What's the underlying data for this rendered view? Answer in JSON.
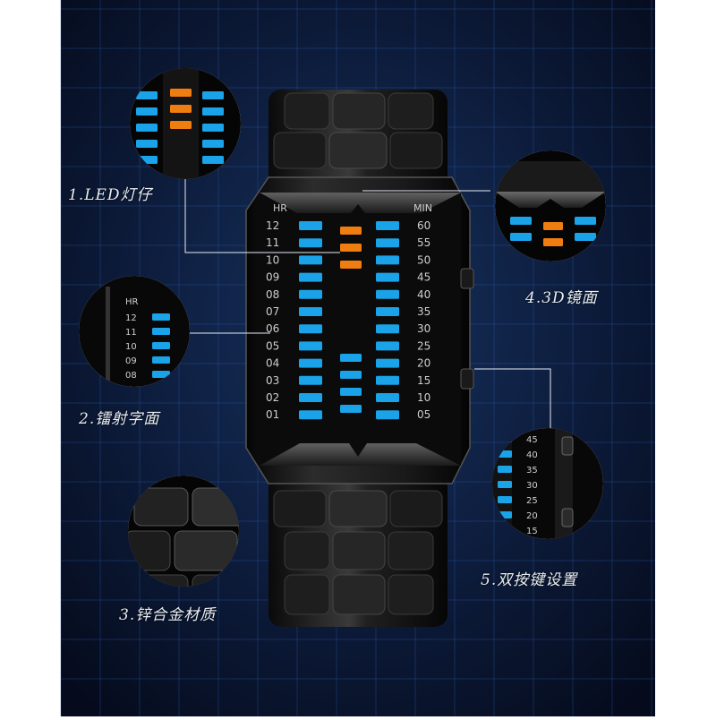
{
  "watch": {
    "hour_label": "HR",
    "minute_label": "MIN",
    "hours": [
      "12",
      "11",
      "10",
      "09",
      "08",
      "07",
      "06",
      "05",
      "04",
      "03",
      "02",
      "01"
    ],
    "minutes": [
      "60",
      "55",
      "50",
      "45",
      "40",
      "35",
      "30",
      "25",
      "20",
      "15",
      "10",
      "05"
    ],
    "lit_hours": 3,
    "lit_minutes": 4,
    "colors": {
      "blue_led": "#1aa3e8",
      "orange_led": "#f07d10",
      "background": "#0d1b3a",
      "grid": "#2a5bb0"
    }
  },
  "zoom_dial": {
    "hour_label": "HR",
    "hours": [
      "12",
      "11",
      "10",
      "09",
      "08"
    ]
  },
  "zoom_minutes": {
    "minutes": [
      "45",
      "40",
      "35",
      "30",
      "25",
      "20",
      "15"
    ]
  },
  "callouts": {
    "led": "1.LED灯仔",
    "mirror": "4.3D镜面",
    "dial": "2.镭射字面",
    "alloy": "3.锌合金材质",
    "buttons": "5.双按键设置"
  }
}
